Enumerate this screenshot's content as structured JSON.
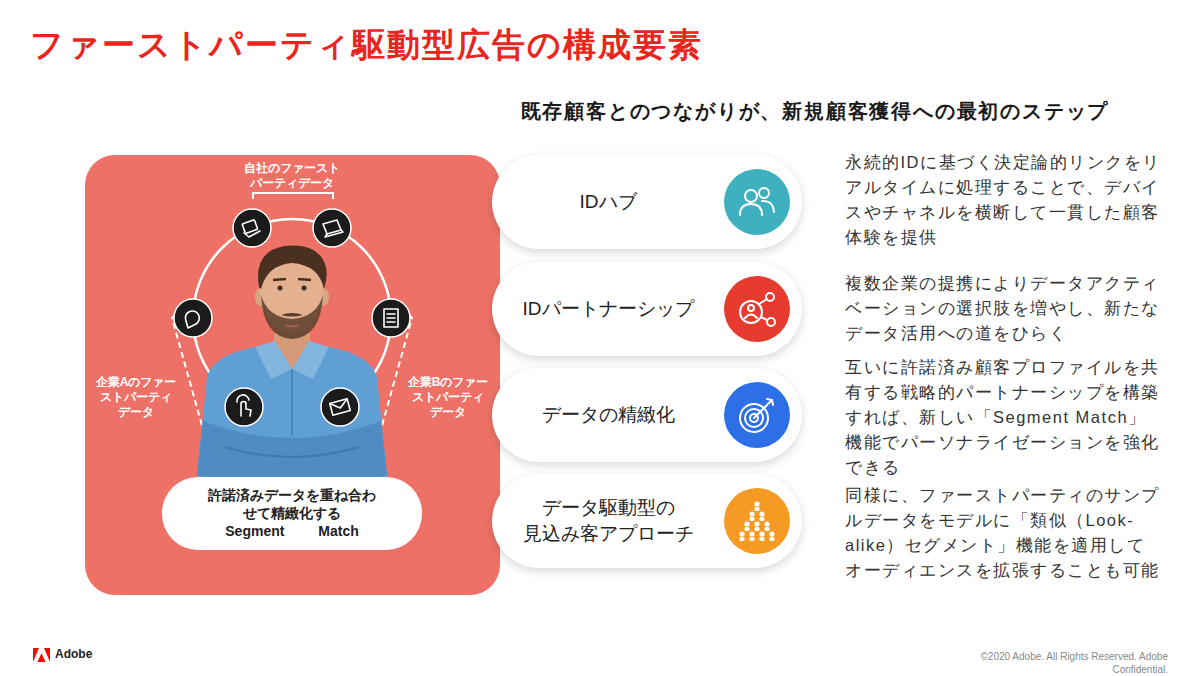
{
  "diagram": {
    "title": "ファーストパーティ駆動型広告の構成要素",
    "nodes": [
      {
        "text": [
          "自社のファースト パーティデータ",
          "企業Aのファー ストパーティ データ",
          "企業Bのファー ストパーティ データ"
        ]
      },
      {
        "text": [
          "許諾済みデータを重ね合わ せて精緻化する Segment Match"
        ],
        "in": 0
      },
      {
        "text": [
          "IDハブ"
        ]
      },
      {
        "text": [
          "IDパートナーシップ"
        ]
      },
      {
        "text": [
          "データの精緻化"
        ]
      },
      {
        "text": [
          "データ駆動型の 見込み客アプローチ"
        ]
      }
    ],
    "labels": [
      "既存顧客とのつながりが、新規顧客獲得への最初のステップ",
      "永続的IDに基づく決定論的リンクをリ アルタイムに処理することで、デバイ スやチャネルを横断して一貫した顧客 体験を提供",
      "複数企業の提携によりデータアクティ ベーションの選択肢を増やし、新たな データ活用への道をひらく",
      "互いに許諾済み顧客プロファイルを共 有する戦略的パートナーシップを構築 すれば、新しい「Segment Match」 機能でパーソナライゼーションを強化 できる",
      "同様に、ファーストパーティのサンプ ルデータをモデルに「類似（Look- alike）セグメント」機能を適用して オーディエンスを拡張することも可能",
      "Adobe",
      "©2020 Adobe. All Rights Reserved. Adobe Confidential."
    ]
  }
}
